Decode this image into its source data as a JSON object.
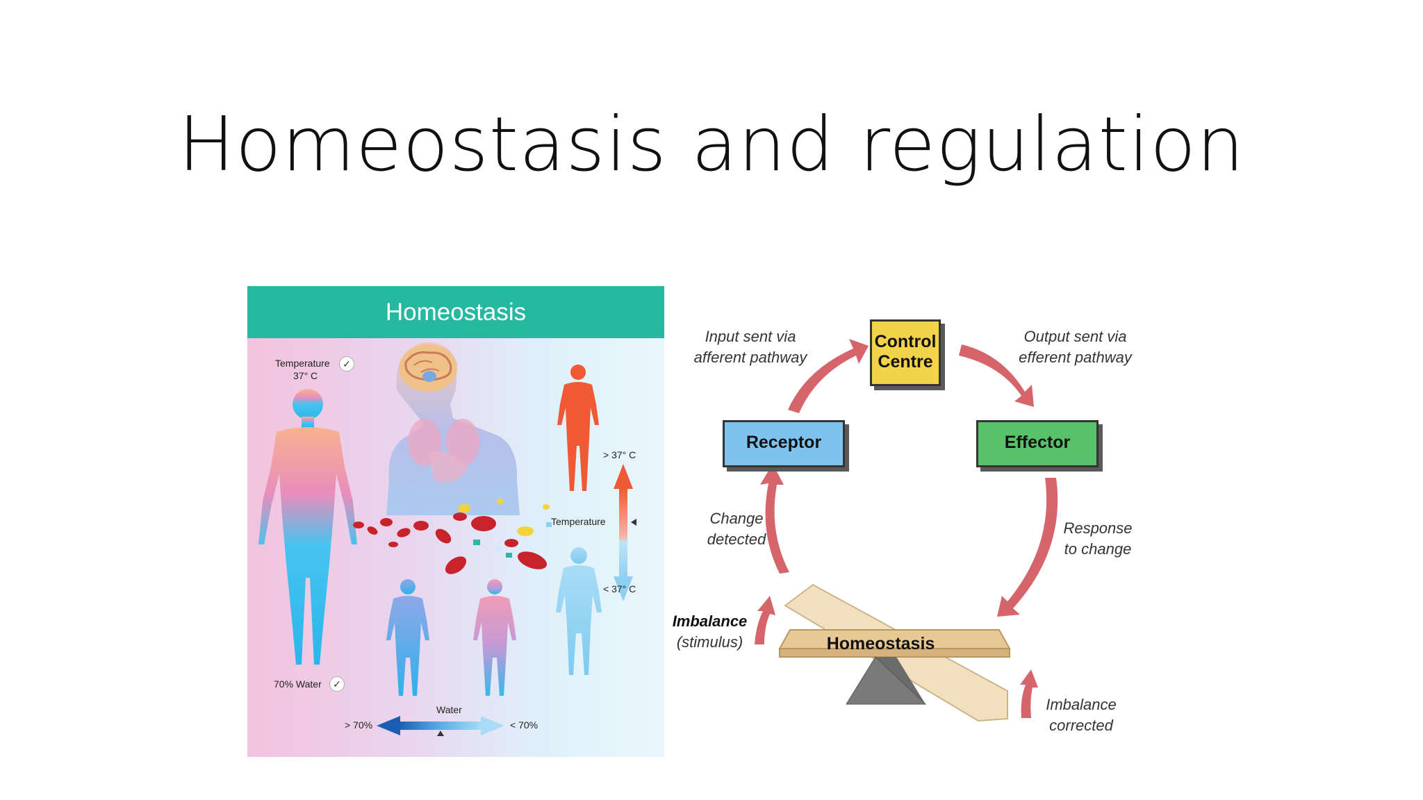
{
  "slide": {
    "title": "Homeostasis and regulation"
  },
  "left_panel": {
    "header": "Homeostasis",
    "temperature_label": "Temperature",
    "temperature_value": "37° C",
    "water_label": "70% Water",
    "high_temp": "> 37° C",
    "low_temp": "< 37° C",
    "temp_axis_label": "Temperature",
    "water_axis_label": "Water",
    "high_water": "> 70%",
    "low_water": "< 70%"
  },
  "right_diagram": {
    "control_centre_line1": "Control",
    "control_centre_line2": "Centre",
    "receptor": "Receptor",
    "effector": "Effector",
    "input_line1": "Input sent via",
    "input_line2": "afferent pathway",
    "output_line1": "Output sent via",
    "output_line2": "efferent pathway",
    "change_line1": "Change",
    "change_line2": "detected",
    "response_line1": "Response",
    "response_line2": "to change",
    "imbalance_line1": "Imbalance",
    "imbalance_line2": "(stimulus)",
    "corrected_line1": "Imbalance",
    "corrected_line2": "corrected",
    "scale_label": "Homeostasis"
  },
  "colors": {
    "teal_header": "#25b9a2",
    "control_centre": "#f2d349",
    "receptor": "#7ec3ee",
    "effector": "#58c16a",
    "arrow_red": "#d5656a",
    "scale_tan": "#e8c996"
  }
}
